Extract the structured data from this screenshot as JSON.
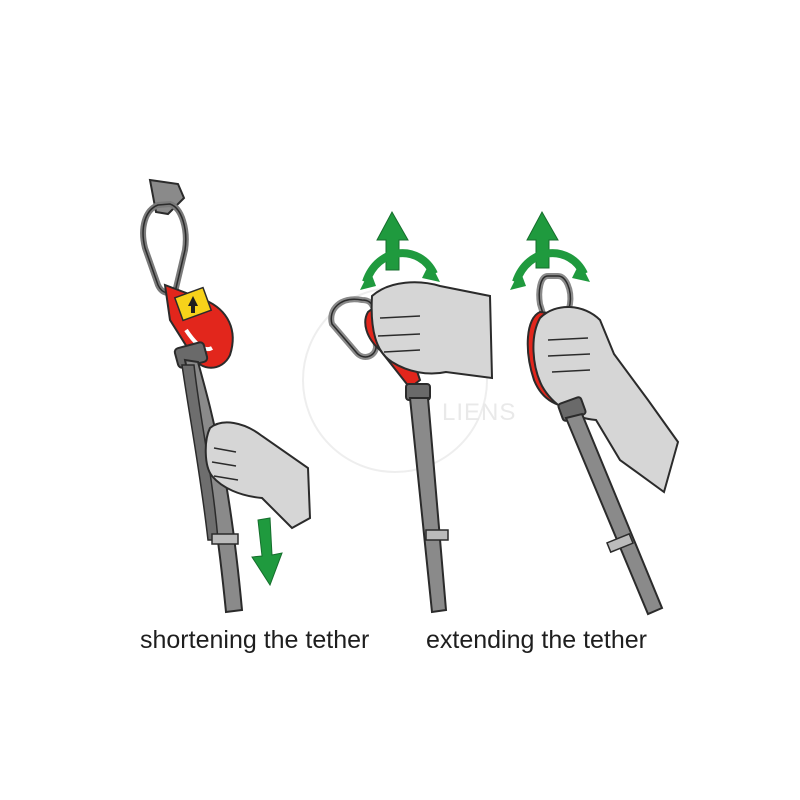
{
  "captions": {
    "shortening": "shortening the tether",
    "extending": "extending the tether"
  },
  "watermark": {
    "text": "LIENS"
  },
  "colors": {
    "strap": "#8a8a8a",
    "strap_dark": "#5a5a5a",
    "tether_red": "#e2261c",
    "hand": "#d6d6d6",
    "arrow_green": "#1f9a3e",
    "label_yellow": "#f7d21a",
    "outline": "#2b2b2b"
  },
  "icons": [
    "anchor-icon",
    "carabiner-icon",
    "hand-icon",
    "arrow-down-icon",
    "arrow-up-rotate-icon",
    "buckle-icon"
  ]
}
